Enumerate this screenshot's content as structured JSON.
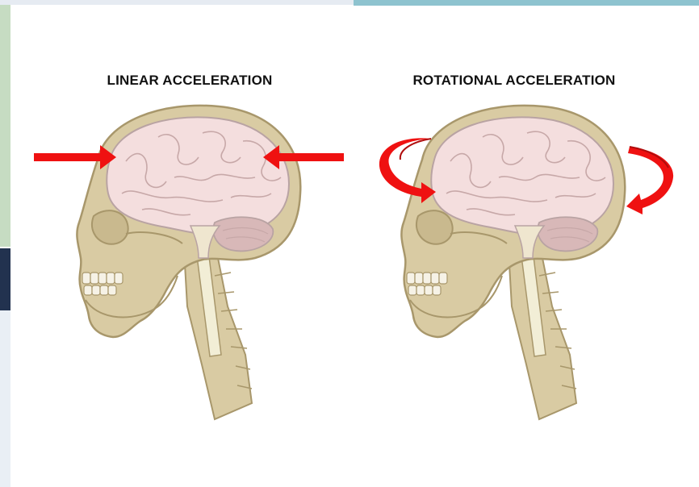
{
  "figure": {
    "left_panel": {
      "title": "LINEAR ACCELERATION",
      "force_arrows": "straight-arrows-inward",
      "arrow_color": "#ef1111"
    },
    "right_panel": {
      "title": "ROTATIONAL ACCELERATION",
      "force_arrows": "curved-arrows-rotation",
      "arrow_color": "#ef1111"
    },
    "colors": {
      "skull": "#d9cba3",
      "skull_outline": "#a8976b",
      "brain": "#f4dede",
      "brain_outline": "#b9a3a3",
      "spine": "#f2eed6"
    }
  }
}
